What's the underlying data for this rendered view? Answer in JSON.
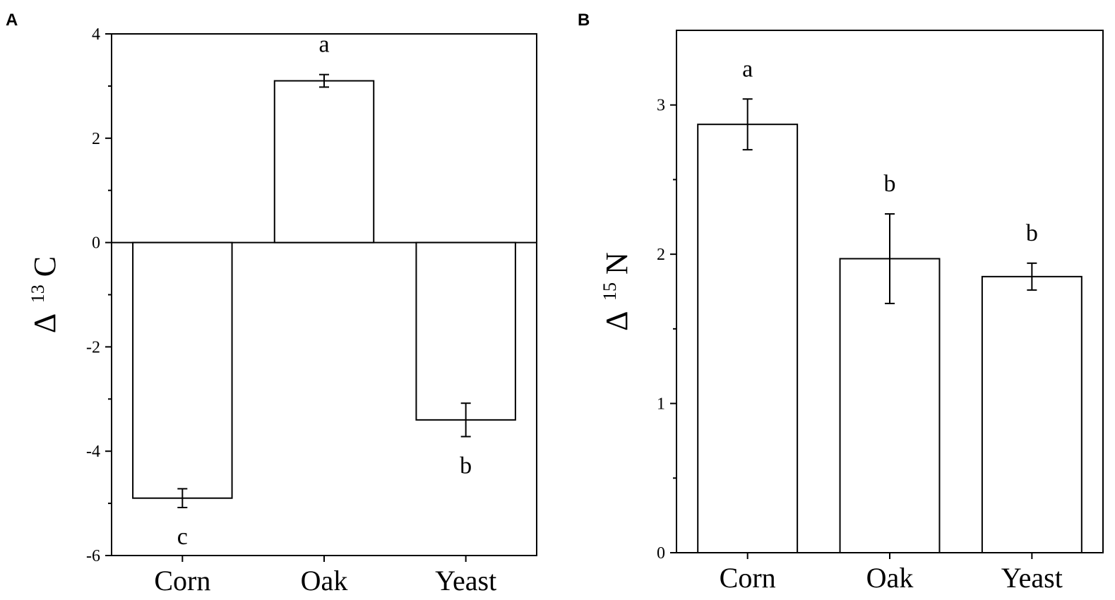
{
  "chart_data": [
    {
      "panel": "A",
      "type": "bar",
      "categories": [
        "Corn",
        "Oak",
        "Yeast"
      ],
      "values": [
        -4.9,
        3.1,
        -3.4
      ],
      "errors": [
        0.18,
        0.12,
        0.32
      ],
      "significance": [
        "c",
        "a",
        "b"
      ],
      "ylabel": {
        "symbol": "Δ",
        "sup": "13",
        "element": "C"
      },
      "ylim": [
        -6,
        4
      ],
      "yticks": [
        -6,
        -4,
        -2,
        0,
        2,
        4
      ],
      "ytick_labels": [
        "-6",
        "-4",
        "-2",
        "0",
        "2",
        "4"
      ],
      "baseline": 0,
      "grid": false,
      "legend": "none"
    },
    {
      "panel": "B",
      "type": "bar",
      "categories": [
        "Corn",
        "Oak",
        "Yeast"
      ],
      "values": [
        2.87,
        1.97,
        1.85
      ],
      "errors": [
        0.17,
        0.3,
        0.09
      ],
      "significance": [
        "a",
        "b",
        "b"
      ],
      "ylabel": {
        "symbol": "Δ",
        "sup": "15",
        "element": "N"
      },
      "ylim": [
        0,
        3.5
      ],
      "yticks": [
        0,
        1,
        2,
        3
      ],
      "ytick_labels": [
        "0",
        "1",
        "2",
        "3"
      ],
      "baseline": 0,
      "grid": false,
      "legend": "none"
    }
  ]
}
